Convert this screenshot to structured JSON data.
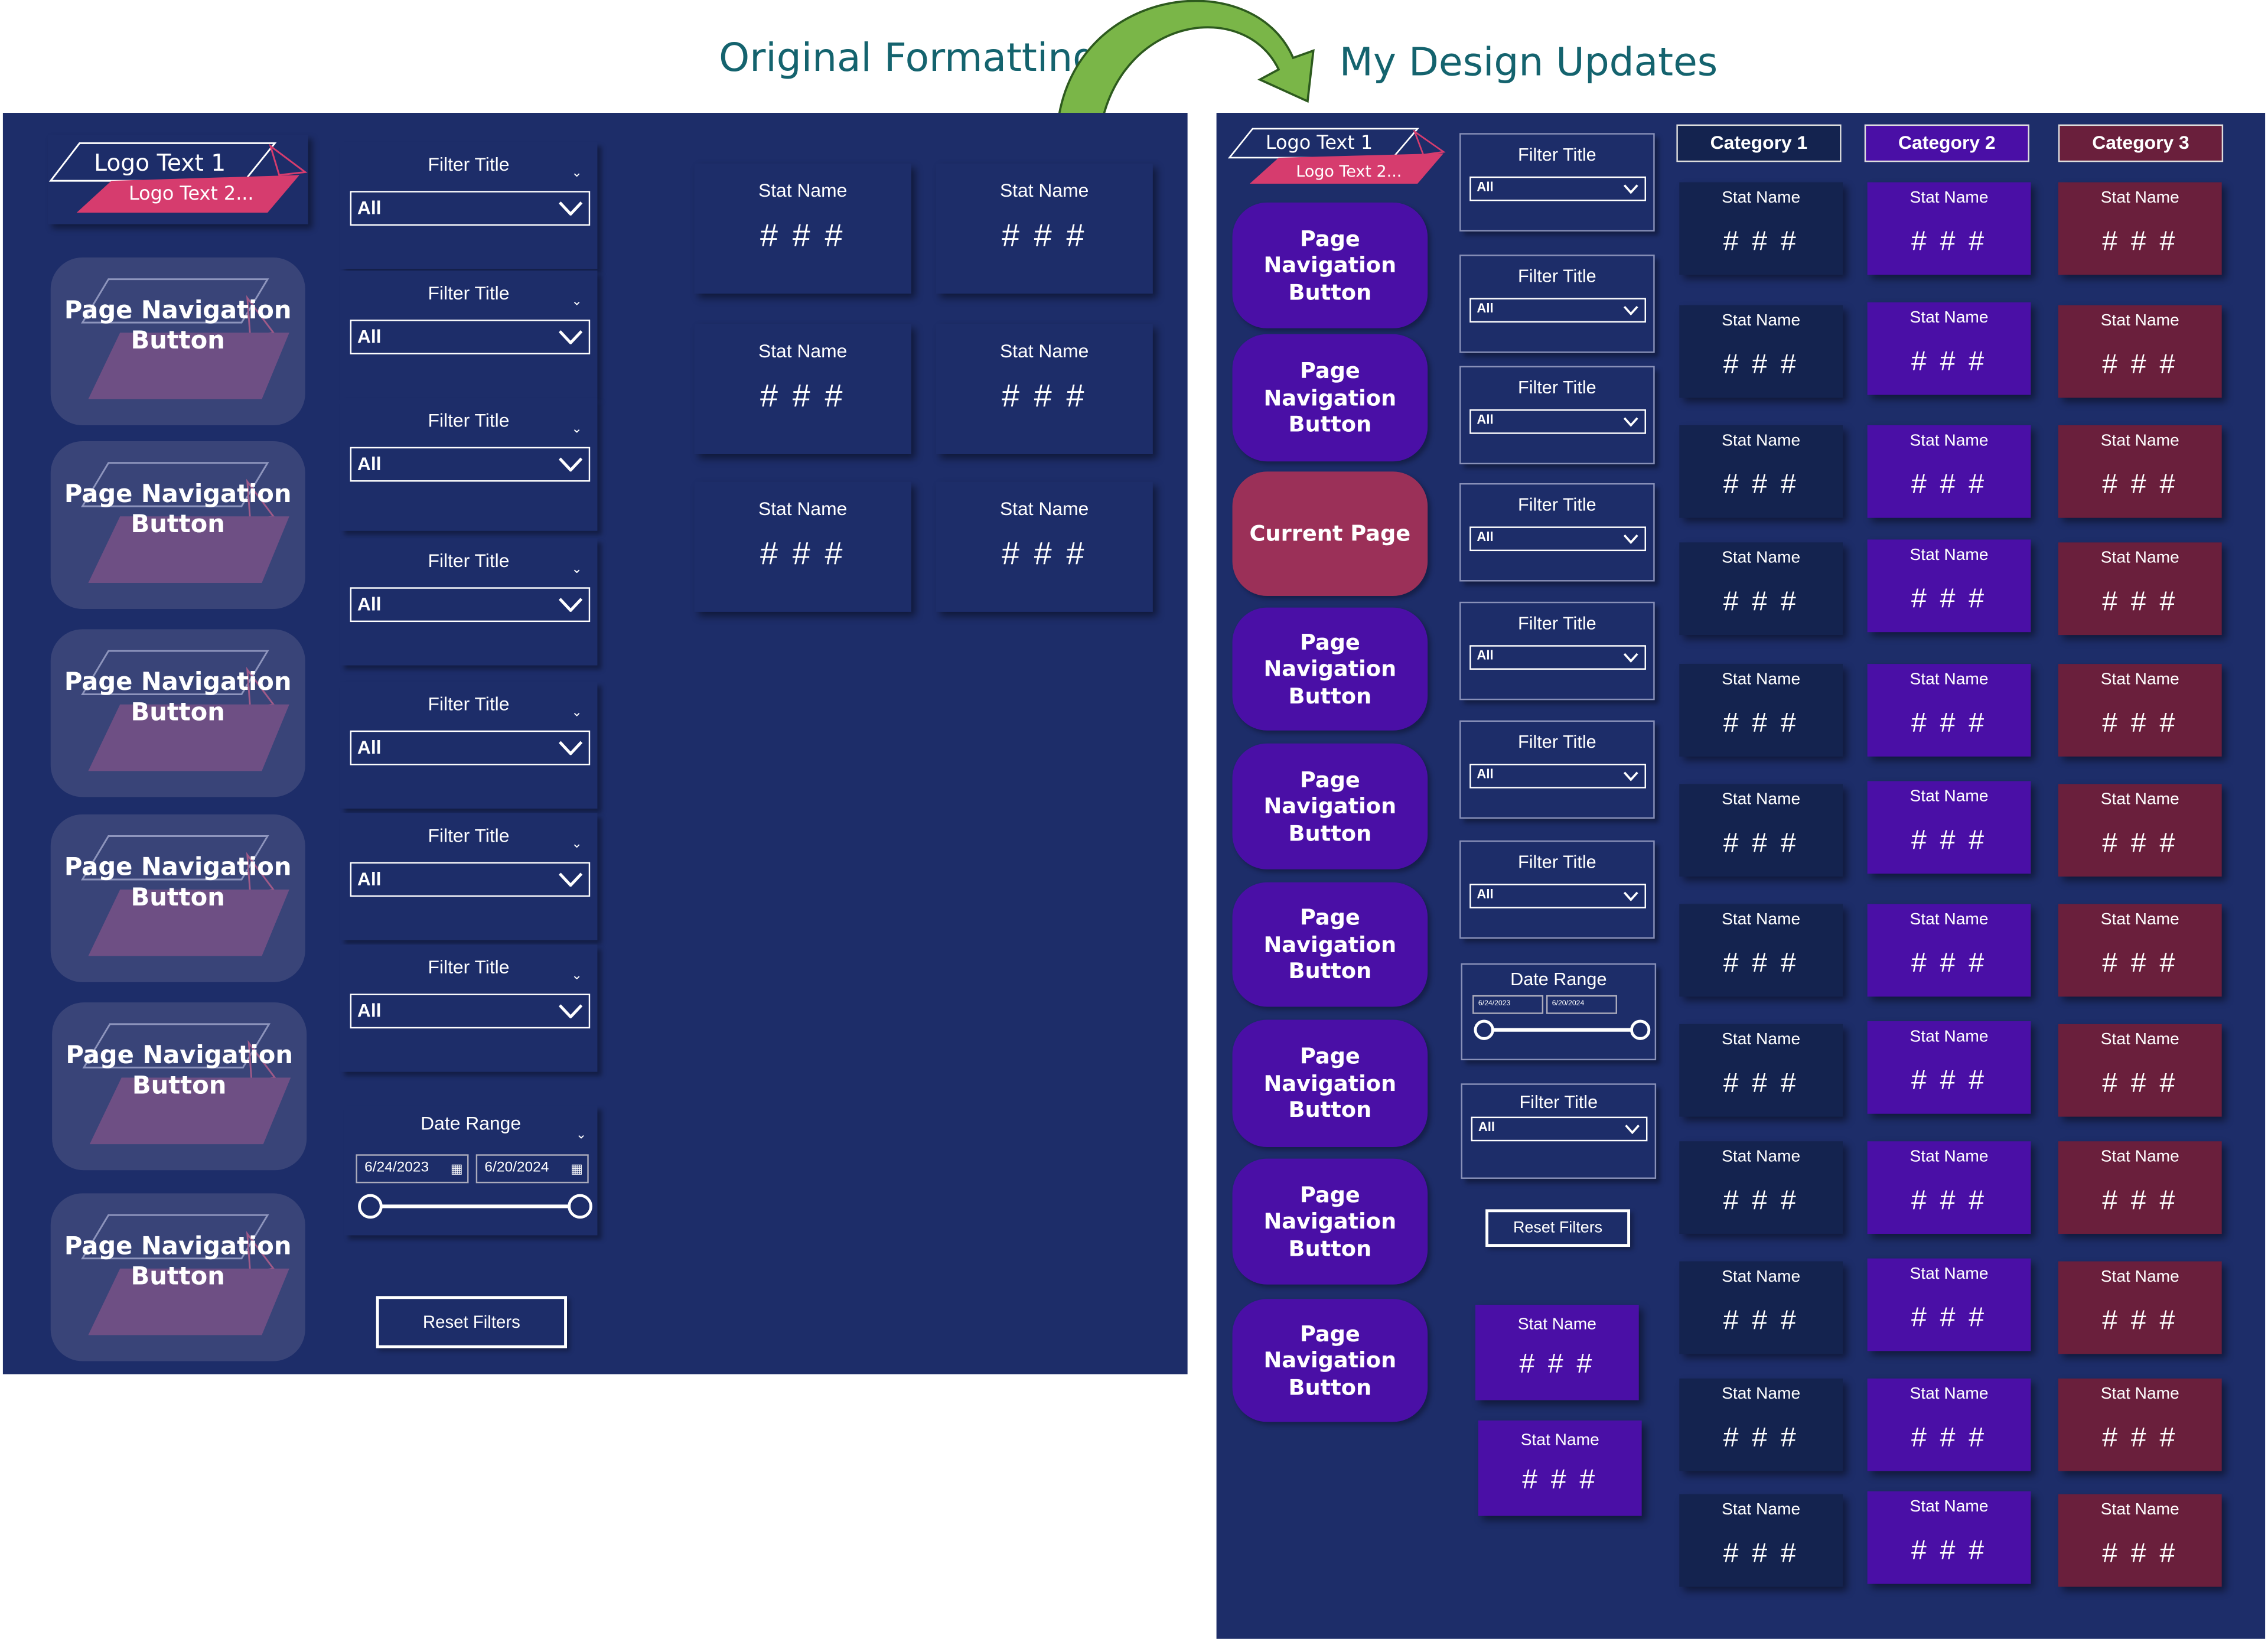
{
  "header": {
    "left_title": "Original Formatting",
    "right_title": "My Design Updates"
  },
  "colors": {
    "panel_bg": "#1d2d69",
    "dark_tile": "#14234f",
    "purple": "#4a0fa6",
    "maroon": "#6a1f3c",
    "current_page": "#9b3058",
    "logo_pink": "#d63c6e",
    "header_text": "#14636e",
    "arrow_green": "#7ab648"
  },
  "original": {
    "logo": {
      "text1": "Logo Text 1",
      "text2": "Logo Text 2..."
    },
    "nav_buttons": [
      {
        "label": "Page Navigation Button"
      },
      {
        "label": "Page Navigation Button"
      },
      {
        "label": "Page Navigation Button"
      },
      {
        "label": "Page Navigation Button"
      },
      {
        "label": "Page Navigation Button"
      },
      {
        "label": "Page Navigation Button"
      }
    ],
    "filters": [
      {
        "title": "Filter Title",
        "value": "All"
      },
      {
        "title": "Filter Title",
        "value": "All"
      },
      {
        "title": "Filter Title",
        "value": "All"
      },
      {
        "title": "Filter Title",
        "value": "All"
      },
      {
        "title": "Filter Title",
        "value": "All"
      },
      {
        "title": "Filter Title",
        "value": "All"
      },
      {
        "title": "Filter Title",
        "value": "All"
      }
    ],
    "date_range": {
      "title": "Date Range",
      "start": "6/24/2023",
      "end": "6/20/2024"
    },
    "reset_label": "Reset Filters",
    "stats": [
      {
        "name": "Stat Name",
        "value": "# # #"
      },
      {
        "name": "Stat Name",
        "value": "# # #"
      },
      {
        "name": "Stat Name",
        "value": "# # #"
      },
      {
        "name": "Stat Name",
        "value": "# # #"
      },
      {
        "name": "Stat Name",
        "value": "# # #"
      },
      {
        "name": "Stat Name",
        "value": "# # #"
      }
    ]
  },
  "updated": {
    "logo": {
      "text1": "Logo Text 1",
      "text2": "Logo Text 2..."
    },
    "nav_buttons": [
      {
        "label": "Page Navigation Button"
      },
      {
        "label": "Page Navigation Button"
      },
      {
        "label": "Current Page",
        "current": true
      },
      {
        "label": "Page Navigation Button"
      },
      {
        "label": "Page Navigation Button"
      },
      {
        "label": "Page Navigation Button"
      },
      {
        "label": "Page Navigation Button"
      },
      {
        "label": "Page Navigation Button"
      },
      {
        "label": "Page Navigation Button"
      }
    ],
    "filters": [
      {
        "title": "Filter Title",
        "value": "All"
      },
      {
        "title": "Filter Title",
        "value": "All"
      },
      {
        "title": "Filter Title",
        "value": "All"
      },
      {
        "title": "Filter Title",
        "value": "All"
      },
      {
        "title": "Filter Title",
        "value": "All"
      },
      {
        "title": "Filter Title",
        "value": "All"
      },
      {
        "title": "Filter Title",
        "value": "All"
      }
    ],
    "date_range": {
      "title": "Date Range",
      "start": "6/24/2023",
      "end": "6/20/2024"
    },
    "last_filter": {
      "title": "Filter Title",
      "value": "All"
    },
    "reset_label": "Reset Filters",
    "side_stats": [
      {
        "name": "Stat Name",
        "value": "# # #"
      },
      {
        "name": "Stat Name",
        "value": "# # #"
      }
    ],
    "categories": [
      "Category 1",
      "Category 2",
      "Category 3"
    ],
    "grid_stat": {
      "name": "Stat Name",
      "value": "# # #"
    }
  }
}
